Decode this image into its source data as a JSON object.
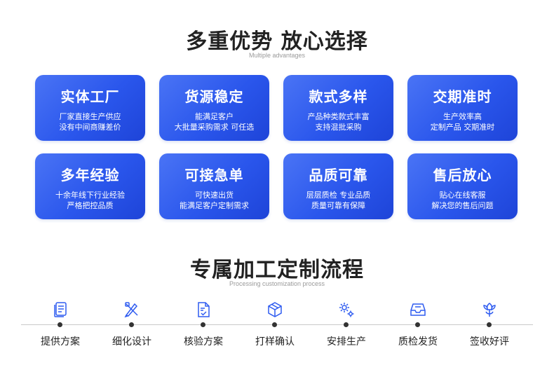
{
  "section1": {
    "title": "多重优势 放心选择",
    "subtitle": "Multiple advantages",
    "cards": [
      {
        "title": "实体工厂",
        "line1": "厂家直接生产供应",
        "line2": "没有中间商赚差价"
      },
      {
        "title": "货源稳定",
        "line1": "能满足客户",
        "line2": "大批量采购需求 可任选"
      },
      {
        "title": "款式多样",
        "line1": "产品种类款式丰富",
        "line2": "支持混批采购"
      },
      {
        "title": "交期准时",
        "line1": "生产效率高",
        "line2": "定制产品 交期准时"
      },
      {
        "title": "多年经验",
        "line1": "十余年线下行业经验",
        "line2": "严格把控品质"
      },
      {
        "title": "可接急单",
        "line1": "可快速出货",
        "line2": "能满足客户定制需求"
      },
      {
        "title": "品质可靠",
        "line1": "层层质检 专业品质",
        "line2": "质量可靠有保障"
      },
      {
        "title": "售后放心",
        "line1": "贴心在线客服",
        "line2": "解决您的售后问题"
      }
    ]
  },
  "section2": {
    "title": "专属加工定制流程",
    "subtitle": "Processing customization process",
    "steps": [
      {
        "label": "提供方案",
        "icon": "document-icon"
      },
      {
        "label": "细化设计",
        "icon": "design-tools-icon"
      },
      {
        "label": "核验方案",
        "icon": "check-document-icon"
      },
      {
        "label": "打样确认",
        "icon": "box-icon"
      },
      {
        "label": "安排生产",
        "icon": "gears-icon"
      },
      {
        "label": "质检发货",
        "icon": "inbox-tray-icon"
      },
      {
        "label": "签收好评",
        "icon": "flower-icon"
      }
    ]
  },
  "colors": {
    "accent": "#2a56ec",
    "icon": "#2f5cf0"
  }
}
